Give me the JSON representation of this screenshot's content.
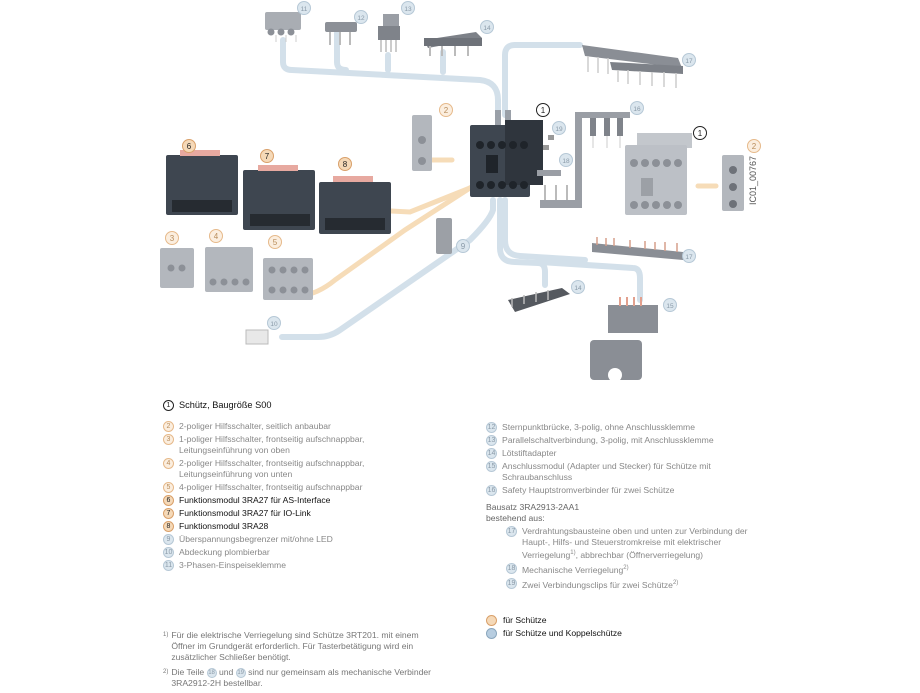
{
  "diagram": {
    "callouts": [
      {
        "n": "1",
        "kind": "black"
      },
      {
        "n": "2",
        "kind": "orange"
      },
      {
        "n": "3",
        "kind": "orange"
      },
      {
        "n": "4",
        "kind": "orange"
      },
      {
        "n": "5",
        "kind": "orange"
      },
      {
        "n": "6",
        "kind": "orangeb"
      },
      {
        "n": "7",
        "kind": "orangeb"
      },
      {
        "n": "8",
        "kind": "orangeb"
      },
      {
        "n": "9",
        "kind": "blue"
      },
      {
        "n": "10",
        "kind": "blue"
      },
      {
        "n": "11",
        "kind": "blue"
      },
      {
        "n": "12",
        "kind": "blue"
      },
      {
        "n": "13",
        "kind": "blue"
      },
      {
        "n": "14",
        "kind": "blue"
      },
      {
        "n": "15",
        "kind": "blue"
      },
      {
        "n": "16",
        "kind": "blue"
      },
      {
        "n": "17",
        "kind": "blue"
      },
      {
        "n": "18",
        "kind": "blue"
      },
      {
        "n": "19",
        "kind": "blue"
      }
    ],
    "image_code": "IC01_00767",
    "colors": {
      "orange_line": "#f5d9b0",
      "blue_line": "#cfdde8",
      "device_dark": "#3e4650",
      "device_grey": "#a9adb3"
    }
  },
  "legend_left": [
    {
      "n": "1",
      "kind": "black",
      "text": "Schütz, Baugröße S00",
      "style": "black",
      "bold_gap": true
    },
    {
      "n": "2",
      "kind": "orange",
      "text": "2-poliger Hilfsschalter, seitlich anbaubar",
      "style": "grey"
    },
    {
      "n": "3",
      "kind": "orange",
      "text": "1-poliger Hilfsschalter, frontseitig aufschnappbar, Leitungseinführung von oben",
      "style": "grey"
    },
    {
      "n": "4",
      "kind": "orange",
      "text": "2-poliger Hilfsschalter, frontseitig aufschnappbar, Leitungseinführung von unten",
      "style": "grey"
    },
    {
      "n": "5",
      "kind": "orange",
      "text": "4-poliger Hilfsschalter, frontseitig aufschnappbar",
      "style": "grey"
    },
    {
      "n": "6",
      "kind": "orangeb",
      "text": "Funktionsmodul 3RA27 für AS-Interface",
      "style": "black"
    },
    {
      "n": "7",
      "kind": "orangeb",
      "text": "Funktionsmodul 3RA27 für IO-Link",
      "style": "black"
    },
    {
      "n": "8",
      "kind": "orangeb",
      "text": "Funktionsmodul 3RA28",
      "style": "black"
    },
    {
      "n": "9",
      "kind": "blue",
      "text": "Überspannungsbegrenzer mit/ohne LED",
      "style": "grey"
    },
    {
      "n": "10",
      "kind": "blue",
      "text": "Abdeckung plombierbar",
      "style": "grey"
    },
    {
      "n": "11",
      "kind": "blue",
      "text": "3-Phasen-Einspeiseklemme",
      "style": "grey"
    }
  ],
  "legend_right": [
    {
      "n": "12",
      "kind": "blue",
      "text": "Sternpunktbrücke, 3-polig, ohne Anschlussklemme"
    },
    {
      "n": "13",
      "kind": "blue",
      "text": "Parallelschaltverbindung, 3-polig, mit Anschlussklemme"
    },
    {
      "n": "14",
      "kind": "blue",
      "text": "Lötstiftadapter"
    },
    {
      "n": "15",
      "kind": "blue",
      "text": "Anschlussmodul (Adapter und Stecker) für Schütze mit Schraubanschluss"
    },
    {
      "n": "16",
      "kind": "blue",
      "text": "Safety Hauptstromverbinder für zwei Schütze"
    }
  ],
  "kit": {
    "title_line1": "Bausatz 3RA2913-2AA1",
    "title_line2": "bestehend aus:",
    "items": [
      {
        "n": "17",
        "kind": "blue",
        "text": "Verdrahtungsbausteine oben und unten zur Verbindung der Haupt-, Hilfs- und Steuerstromkreise mit elektrischer Verriegelung",
        "sup": "1)",
        "after": ", abbrechbar (Öffnerverriegelung)"
      },
      {
        "n": "18",
        "kind": "blue",
        "text": "Mechanische Verriegelung",
        "sup": "2)",
        "after": ""
      },
      {
        "n": "19",
        "kind": "blue",
        "text": "Zwei Verbindungsclips für zwei Schütze",
        "sup": "2)",
        "after": ""
      }
    ]
  },
  "color_key": [
    {
      "color": "#f5d9b8",
      "border": "#d9a06a",
      "text": "für Schütze"
    },
    {
      "color": "#b7cde0",
      "border": "#8aa6bd",
      "text": "für Schütze und Koppelschütze"
    }
  ],
  "footnotes": {
    "f1_mark": "1)",
    "f1_text": "Für die elektrische Verriegelung sind Schütze 3RT201. mit einem Öffner im Grundgerät erforderlich. Für Tasterbetätigung wird ein zusätzlicher Schließer benötigt.",
    "f2_mark": "2)",
    "f2_pre": "Die Teile",
    "f2_a": "18",
    "f2_mid": "und",
    "f2_b": "19",
    "f2_post": "sind nur gemeinsam als mechanische Verbinder 3RA2912-2H bestellbar."
  }
}
